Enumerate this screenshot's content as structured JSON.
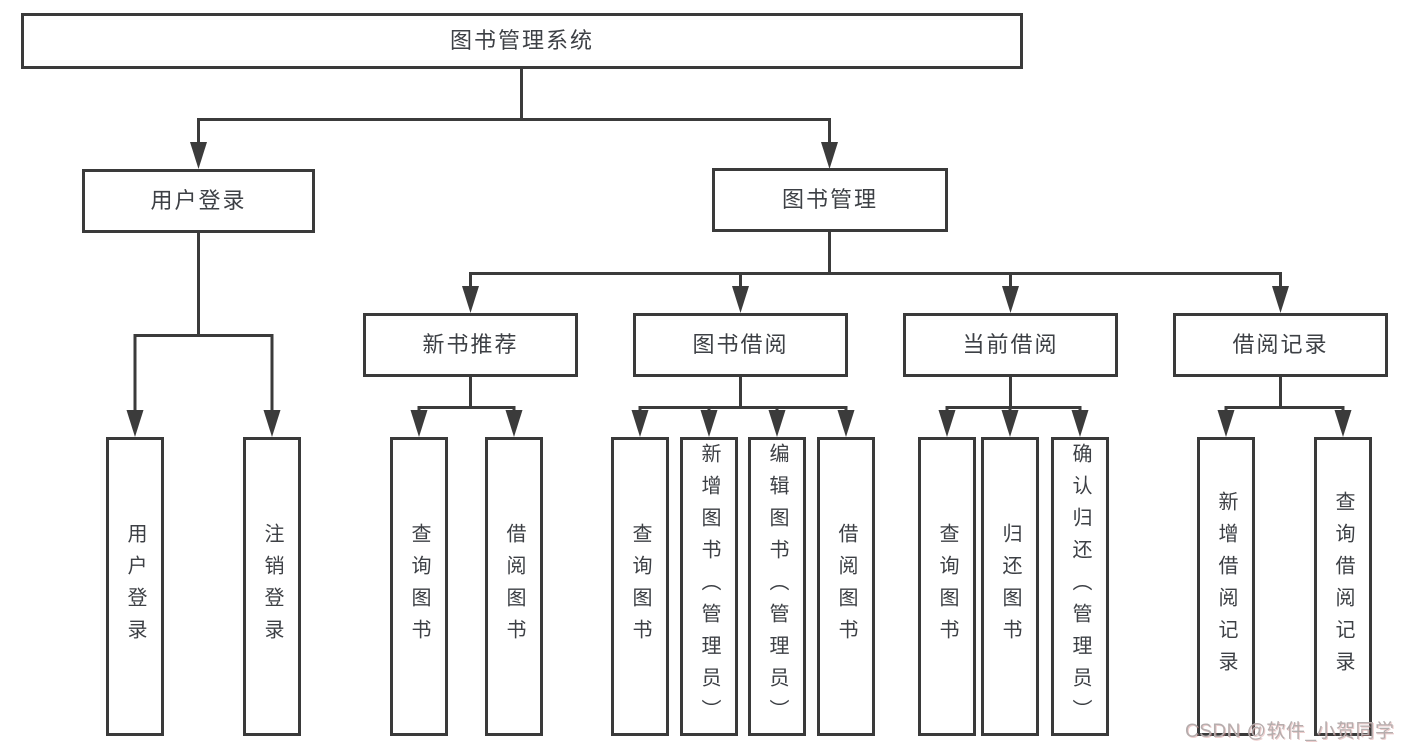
{
  "diagram": {
    "root": {
      "label": "图书管理系统"
    },
    "level2": [
      {
        "label": "用户登录",
        "children": [
          {
            "label": "用户登录"
          },
          {
            "label": "注销登录"
          }
        ]
      },
      {
        "label": "图书管理",
        "groups": [
          {
            "label": "新书推荐",
            "children": [
              {
                "label": "查询图书"
              },
              {
                "label": "借阅图书"
              }
            ]
          },
          {
            "label": "图书借阅",
            "children": [
              {
                "label": "查询图书"
              },
              {
                "label": "新增图书（管理员）"
              },
              {
                "label": "编辑图书（管理员）"
              },
              {
                "label": "借阅图书"
              }
            ]
          },
          {
            "label": "当前借阅",
            "children": [
              {
                "label": "查询图书"
              },
              {
                "label": "归还图书"
              },
              {
                "label": "确认归还（管理员）"
              }
            ]
          },
          {
            "label": "借阅记录",
            "children": [
              {
                "label": "新增借阅记录"
              },
              {
                "label": "查询借阅记录"
              }
            ]
          }
        ]
      }
    ],
    "watermark": {
      "text": "CSDN @软件_小贺同学"
    },
    "colors": {
      "background": "#ffffff",
      "box_border": "#3a3a3a",
      "line": "#3b3b3b",
      "text": "#3d4045",
      "watermark": "#b5adad"
    }
  }
}
